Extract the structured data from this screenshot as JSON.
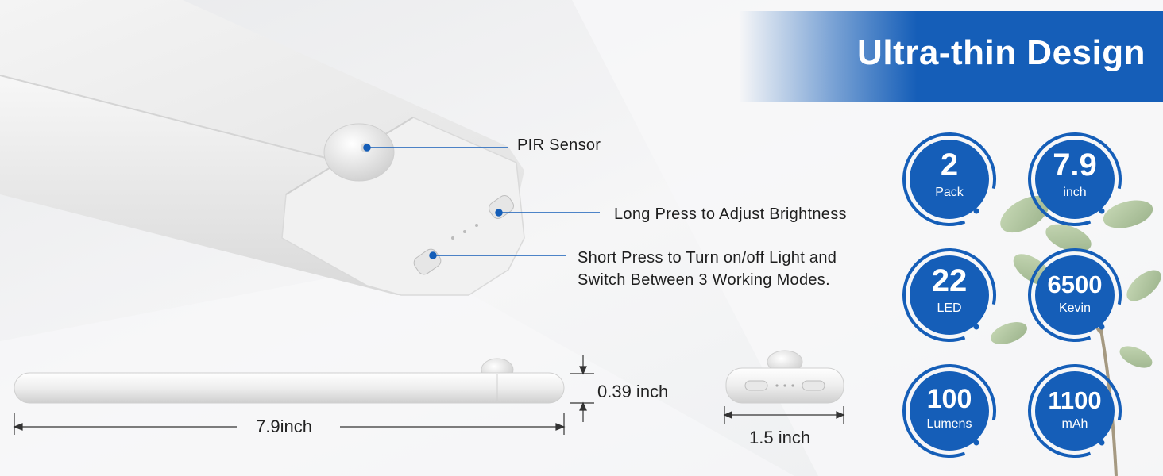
{
  "banner": {
    "title": "Ultra-thin Design",
    "color": "#155eb8"
  },
  "callouts": {
    "pir": "PIR Sensor",
    "long_press": "Long Press to Adjust Brightness",
    "short_press_line1": "Short Press to Turn on/off Light and",
    "short_press_line2": "Switch Between 3 Working Modes."
  },
  "dimensions": {
    "length": "7.9inch",
    "thickness": "0.39 inch",
    "width": "1.5 inch"
  },
  "badges": [
    {
      "value": "2",
      "unit": "Pack"
    },
    {
      "value": "7.9",
      "unit": "inch"
    },
    {
      "value": "22",
      "unit": "LED"
    },
    {
      "value": "6500",
      "unit": "Kevin"
    },
    {
      "value": "100",
      "unit": "Lumens"
    },
    {
      "value": "1100",
      "unit": "mAh"
    }
  ]
}
